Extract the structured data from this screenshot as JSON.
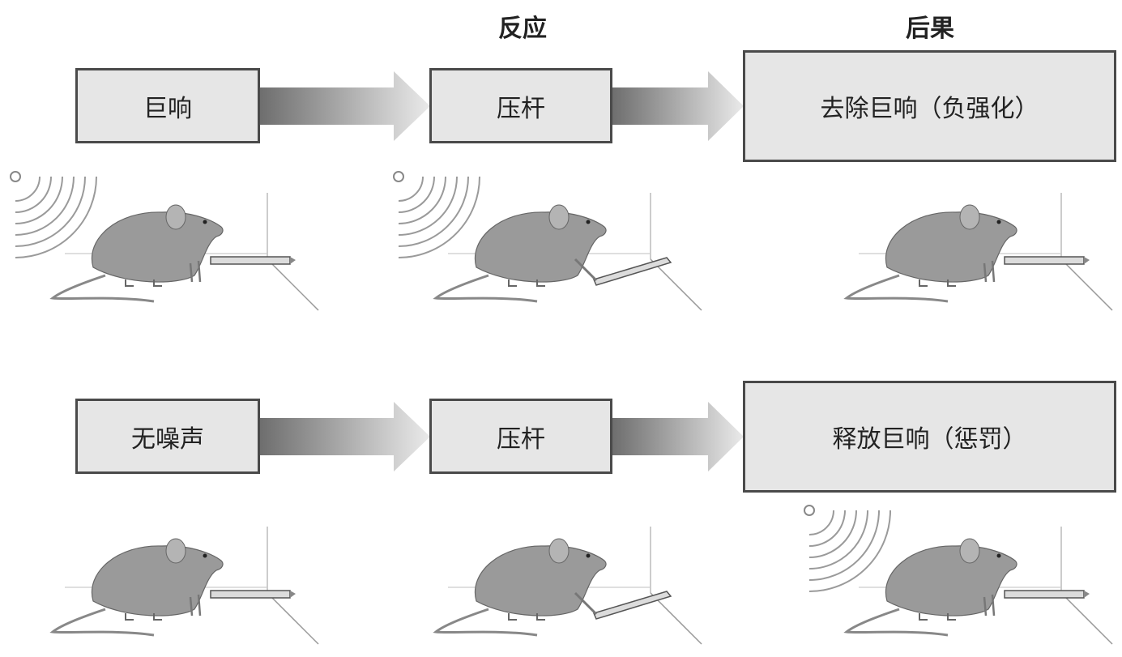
{
  "headers": {
    "response": "反应",
    "consequence": "后果"
  },
  "rows": [
    {
      "stimulus": "巨响",
      "response": "压杆",
      "consequence": "去除巨响（负强化）",
      "scenes": [
        {
          "sound": true,
          "lever_pressed": false
        },
        {
          "sound": true,
          "lever_pressed": true
        },
        {
          "sound": false,
          "lever_pressed": false
        }
      ]
    },
    {
      "stimulus": "无噪声",
      "response": "压杆",
      "consequence": "释放巨响（惩罚）",
      "scenes": [
        {
          "sound": false,
          "lever_pressed": false
        },
        {
          "sound": false,
          "lever_pressed": true
        },
        {
          "sound": true,
          "lever_pressed": false
        }
      ]
    }
  ],
  "colors": {
    "box_fill": "#e6e6e6",
    "box_border": "#4a4a4a",
    "arrow_dark": "#6e6e6e",
    "arrow_light": "#e8e8e8",
    "mouse_fill": "#9a9a9a"
  }
}
